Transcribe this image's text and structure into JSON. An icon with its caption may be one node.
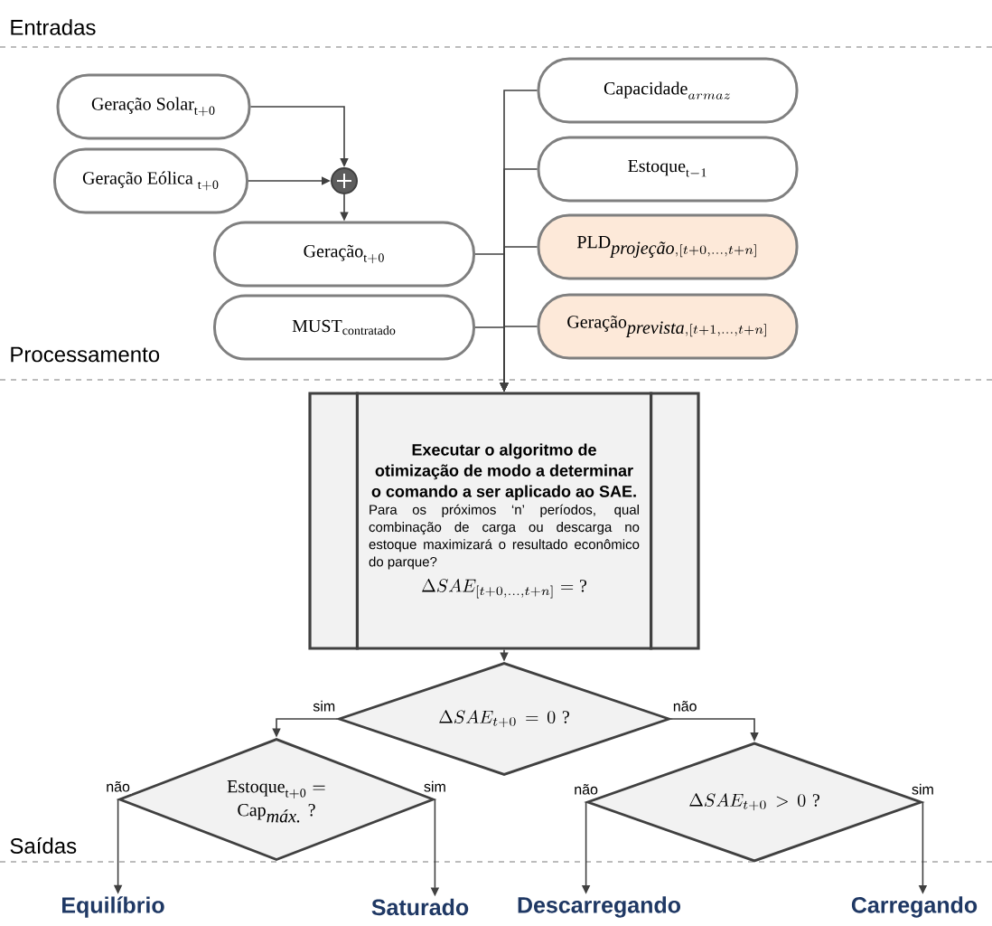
{
  "diagram": {
    "nodes": [
      {
        "text": [
          "\\mbox{Geração Solar}_{\\mathrm{t+0}}"
        ]
      },
      {
        "text": [
          "\\mbox{Geração Eólica }_{\\mathrm{t+0}}"
        ]
      },
      {
        "text": [],
        "shape": "circle"
      },
      {
        "text": [
          "\\mbox{Geração}_{\\mathrm{t+0}}"
        ]
      },
      {
        "text": [
          "\\mbox{MUST}_{\\mathrm{contratado}}"
        ]
      },
      {
        "text": [
          "\\mbox{Capacidade}_{armaz}"
        ]
      },
      {
        "text": [
          "\\mbox{Estoque}_{\\mathrm{t-1}}"
        ]
      },
      {
        "text": [
          "\\mbox{PLD}_{\\mbox{\\itshape projeção},[t+0,\\ldots,t+n]}"
        ]
      },
      {
        "text": [
          "\\mbox{Geração}_{\\mbox{\\itshape prevista},[t+1,\\ldots,t+n]}"
        ]
      },
      {
        "text": [
          "Executar o algoritmo de otimização de modo a determinar o comando a ser aplicado ao SAE.",
          "Para os próximos ‘n’ períodos, qual combinação de carga ou descarga no estoque maximizará o resultado econômico do parque?",
          "\\Delta SAE_{[t+0,\\ldots,t+n]} = \\mbox{?}"
        ]
      },
      {
        "text": [
          "\\Delta SAE_{t+0} = 0\\ \\mbox{?}"
        ]
      },
      {
        "text": [
          "\\begin{array}{c}\\mbox{Estoque}_{\\mathrm{t+0}} = \\\\ \\mbox{Cap}_{\\mbox{\\itshape máx.}}\\ \\mbox{?}\\end{array}"
        ]
      },
      {
        "text": [
          "\\Delta SAE_{t+0} > 0\\ \\mbox{?}"
        ]
      },
      {
        "text": [
          "Equilíbrio"
        ]
      },
      {
        "text": [
          "Saturado"
        ]
      },
      {
        "text": [
          "Descarregando"
        ]
      },
      {
        "text": [
          "Carregando"
        ]
      }
    ],
    "edges": [
      {
        "from": 0,
        "to": 2,
        "arrow": "to"
      },
      {
        "from": 1,
        "to": 2,
        "arrow": "to"
      },
      {
        "from": 2,
        "to": 3,
        "arrow": "to"
      },
      {
        "from": 5,
        "to": 9,
        "arrow": "to"
      },
      {
        "from": 6,
        "to": 9,
        "arrow": "to"
      },
      {
        "from": 7,
        "to": 9,
        "arrow": "to"
      },
      {
        "from": 8,
        "to": 9,
        "arrow": "to"
      },
      {
        "from": 3,
        "to": 9,
        "arrow": "to"
      },
      {
        "from": 4,
        "to": 9,
        "arrow": "to"
      },
      {
        "from": 9,
        "to": 10,
        "arrow": "to"
      },
      {
        "from": 10,
        "to": 11,
        "arrow": "to",
        "label": "sim"
      },
      {
        "from": 10,
        "to": 12,
        "arrow": "to",
        "label": "não"
      },
      {
        "from": 11,
        "to": 13,
        "arrow": "to",
        "label": "não"
      },
      {
        "from": 11,
        "to": 14,
        "arrow": "to",
        "label": "sim"
      },
      {
        "from": 12,
        "to": 15,
        "arrow": "to",
        "label": "não"
      },
      {
        "from": 12,
        "to": 16,
        "arrow": "to",
        "label": "sim"
      }
    ],
    "labels": [
      "Entradas",
      "Processamento",
      "Saídas"
    ]
  }
}
